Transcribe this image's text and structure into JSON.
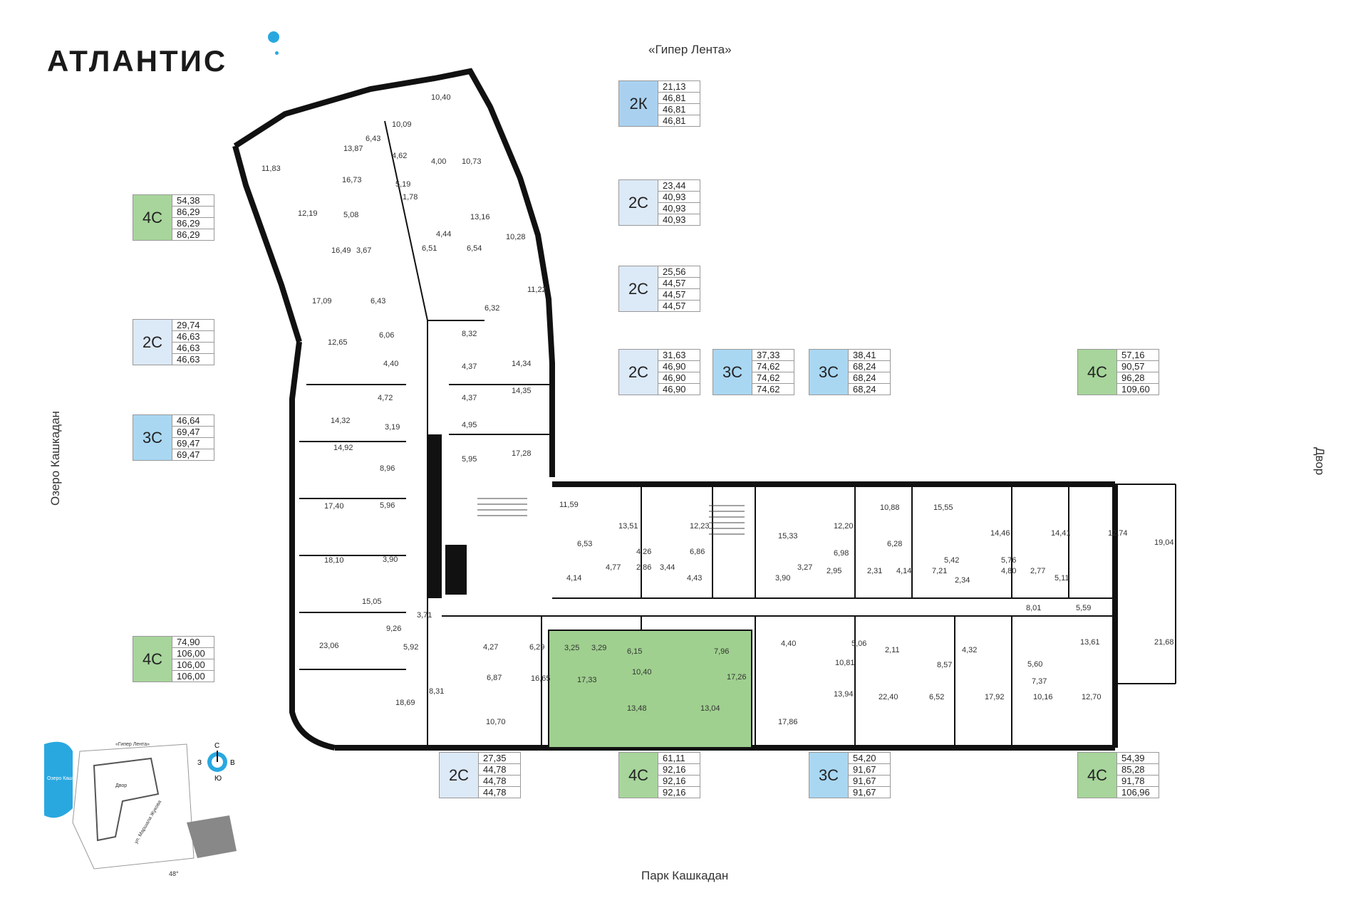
{
  "brand": {
    "name": "АТЛАНТИС"
  },
  "labels": {
    "top": "«Гипер Лента»",
    "bottom": "Парк Кашкадан",
    "left": "Озеро Кашкадан",
    "right": "Двор"
  },
  "colors": {
    "2K": "#a9d1ef",
    "2C": "#dce9f7",
    "3C": "#a9d7f2",
    "4C": "#a7d59b",
    "highlight": "#9fd08f",
    "accent": "#29a8e0"
  },
  "cards": [
    {
      "id": "2K-top",
      "type": "2К",
      "color": "2K",
      "values": [
        "21,13",
        "46,81",
        "46,81",
        "46,81"
      ]
    },
    {
      "id": "2C-a",
      "type": "2С",
      "color": "2C",
      "values": [
        "23,44",
        "40,93",
        "40,93",
        "40,93"
      ]
    },
    {
      "id": "2C-b",
      "type": "2С",
      "color": "2C",
      "values": [
        "25,56",
        "44,57",
        "44,57",
        "44,57"
      ]
    },
    {
      "id": "2C-c",
      "type": "2С",
      "color": "2C",
      "values": [
        "31,63",
        "46,90",
        "46,90",
        "46,90"
      ]
    },
    {
      "id": "3C-a",
      "type": "3С",
      "color": "3C",
      "values": [
        "37,33",
        "74,62",
        "74,62",
        "74,62"
      ]
    },
    {
      "id": "3C-b",
      "type": "3С",
      "color": "3C",
      "values": [
        "38,41",
        "68,24",
        "68,24",
        "68,24"
      ]
    },
    {
      "id": "4C-right",
      "type": "4С",
      "color": "4C",
      "values": [
        "57,16",
        "90,57",
        "96,28",
        "109,60"
      ]
    },
    {
      "id": "4C-left-top",
      "type": "4С",
      "color": "4C",
      "values": [
        "54,38",
        "86,29",
        "86,29",
        "86,29"
      ]
    },
    {
      "id": "2C-left",
      "type": "2С",
      "color": "2C",
      "values": [
        "29,74",
        "46,63",
        "46,63",
        "46,63"
      ]
    },
    {
      "id": "3C-left",
      "type": "3С",
      "color": "3C",
      "values": [
        "46,64",
        "69,47",
        "69,47",
        "69,47"
      ]
    },
    {
      "id": "4C-left-bottom",
      "type": "4С",
      "color": "4C",
      "values": [
        "74,90",
        "106,00",
        "106,00",
        "106,00"
      ]
    },
    {
      "id": "2C-bottom",
      "type": "2С",
      "color": "2C",
      "values": [
        "27,35",
        "44,78",
        "44,78",
        "44,78"
      ]
    },
    {
      "id": "4C-bottom",
      "type": "4С",
      "color": "4C",
      "values": [
        "61,11",
        "92,16",
        "92,16",
        "92,16"
      ]
    },
    {
      "id": "3C-bottom",
      "type": "3С",
      "color": "3C",
      "values": [
        "54,20",
        "91,67",
        "91,67",
        "91,67"
      ]
    },
    {
      "id": "4C-bottom-right",
      "type": "4С",
      "color": "4C",
      "values": [
        "54,39",
        "85,28",
        "91,78",
        "106,96"
      ]
    }
  ],
  "rooms": [
    "10,40",
    "10,09",
    "6,43",
    "13,87",
    "11,83",
    "4,62",
    "4,00",
    "10,73",
    "16,73",
    "5,19",
    "1,78",
    "13,16",
    "12,19",
    "5,08",
    "4,44",
    "10,28",
    "16,49",
    "3,67",
    "6,51",
    "6,54",
    "17,09",
    "6,43",
    "11,22",
    "6,32",
    "12,65",
    "6,06",
    "8,32",
    "14,34",
    "4,40",
    "4,37",
    "14,35",
    "4,72",
    "4,37",
    "14,32",
    "3,19",
    "4,95",
    "14,92",
    "5,95",
    "17,28",
    "8,96",
    "17,40",
    "5,96",
    "11,59",
    "13,51",
    "12,23",
    "15,33",
    "12,20",
    "10,88",
    "15,55",
    "14,46",
    "14,41",
    "12,74",
    "19,04",
    "18,10",
    "3,90",
    "6,53",
    "4,26",
    "6,86",
    "6,98",
    "6,28",
    "5,42",
    "5,76",
    "4,14",
    "4,77",
    "2,86",
    "3,44",
    "4,43",
    "3,90",
    "3,27",
    "2,95",
    "2,31",
    "4,14",
    "7,21",
    "2,34",
    "4,80",
    "2,77",
    "5,11",
    "15,05",
    "3,71",
    "8,01",
    "5,59",
    "9,26",
    "21,68",
    "5,92",
    "4,27",
    "6,29",
    "3,25",
    "3,29",
    "6,15",
    "7,96",
    "4,40",
    "5,06",
    "2,11",
    "4,32",
    "13,61",
    "23,06",
    "10,81",
    "8,57",
    "5,60",
    "6,87",
    "16,65",
    "17,33",
    "10,40",
    "17,26",
    "7,37",
    "18,69",
    "8,31",
    "13,48",
    "13,04",
    "13,94",
    "22,40",
    "6,52",
    "17,92",
    "10,16",
    "12,70",
    "10,70",
    "17,86"
  ],
  "compass": {
    "n": "С",
    "s": "Ю",
    "w": "З",
    "e": "В"
  },
  "minimap": {
    "lake": "Озеро Кашкадан",
    "road": "ул. Маршала Жукова",
    "top": "«Гипер Лента»",
    "yard": "Двор",
    "angle": "48°"
  }
}
